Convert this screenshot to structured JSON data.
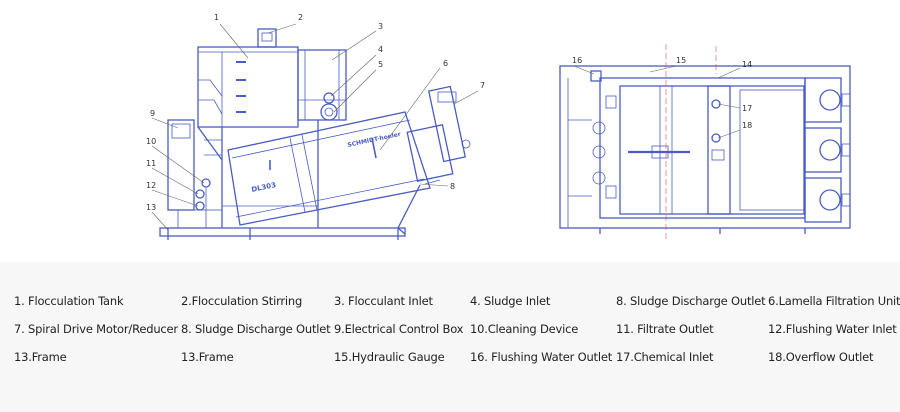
{
  "colors": {
    "line": "#4a5cc4",
    "thin": "#7a86d6",
    "callout": "#666666",
    "callout_text": "#333333",
    "legend_bg": "#f7f7f7",
    "accent_red": "#e05050"
  },
  "side_view": {
    "callouts": [
      "1",
      "2",
      "3",
      "4",
      "5",
      "6",
      "7",
      "8",
      "9",
      "10",
      "11",
      "12",
      "13"
    ],
    "plate_label": "DL303",
    "brand_label": "SCHMIDT-hoeler"
  },
  "top_view": {
    "callouts": [
      "16",
      "15",
      "14",
      "17",
      "18"
    ]
  },
  "legend": {
    "rows": [
      [
        "1. Flocculation Tank",
        "2.Flocculation Stirring",
        "3. Flocculant Inlet",
        "4. Sludge Inlet",
        "8. Sludge Discharge Outlet",
        "6.Lamella Filtration Unit"
      ],
      [
        "7. Spiral Drive Motor/Reducer",
        "8. Sludge Discharge Outlet",
        "9.Electrical Control Box",
        "10.Cleaning Device",
        "11. Filtrate Outlet",
        "12.Flushing Water Inlet"
      ],
      [
        "13.Frame",
        "13.Frame",
        "15.Hydraulic Gauge",
        "16. Flushing Water Outlet",
        "17.Chemical Inlet",
        "18.Overflow Outlet"
      ]
    ]
  }
}
